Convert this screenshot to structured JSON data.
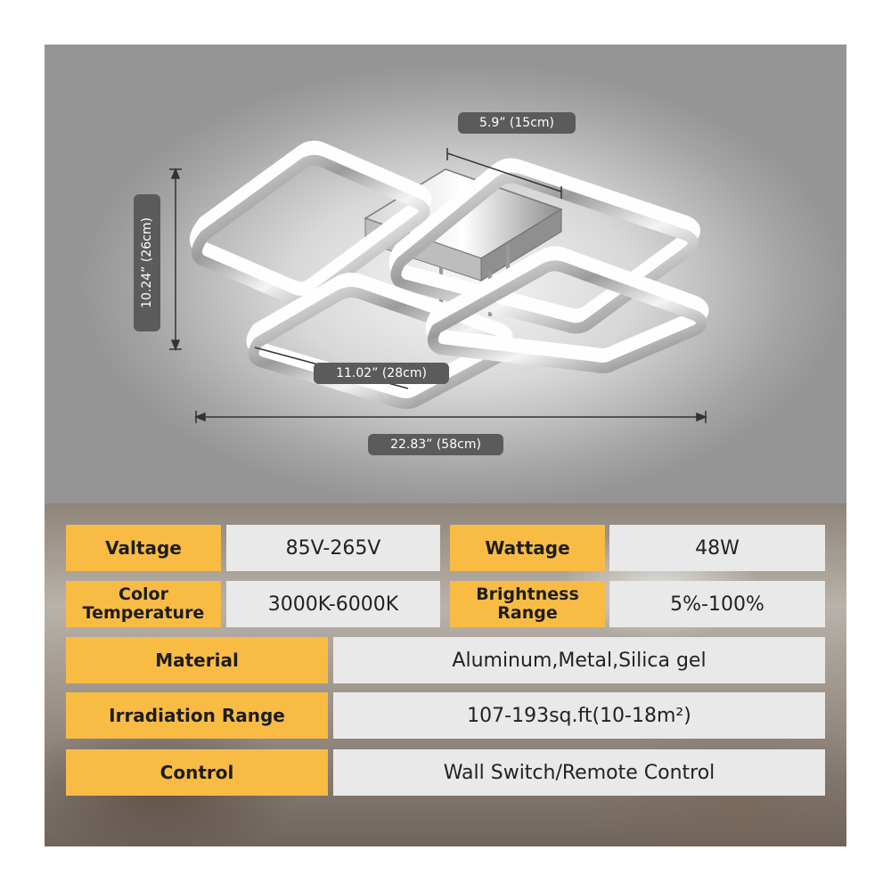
{
  "dimensions": {
    "depth": "5.9” (15cm)",
    "height": "10.24” (26cm)",
    "module_width": "11.02” (28cm)",
    "total_width": "22.83” (58cm)"
  },
  "specs": {
    "voltage_label": "Valtage",
    "voltage_value": "85V-265V",
    "wattage_label": "Wattage",
    "wattage_value": "48W",
    "color_temp_label_1": "Color",
    "color_temp_label_2": "Temperature",
    "color_temp_value": "3000K-6000K",
    "brightness_label_1": "Brightness",
    "brightness_label_2": "Range",
    "brightness_value": "5%-100%",
    "material_label": "Material",
    "material_value": "Aluminum,Metal,Silica gel",
    "irradiation_label": "Irradiation Range",
    "irradiation_value": "107-193sq.ft(10-18m²)",
    "control_label": "Control",
    "control_value": "Wall Switch/Remote Control"
  },
  "colors": {
    "key_background": "#f8bc45",
    "value_background": "#e9e9e9",
    "dimension_badge": "#5b5b5b"
  }
}
